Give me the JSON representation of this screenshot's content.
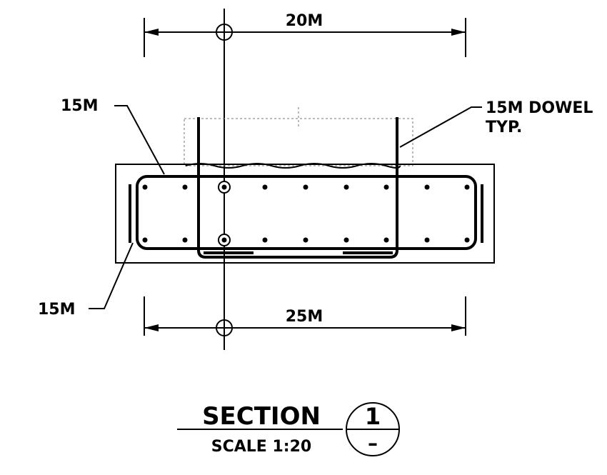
{
  "labels": {
    "top_dimension": "20M",
    "bottom_dimension": "25M",
    "left_top_callout": "15M",
    "left_bottom_callout": "15M",
    "dowel_line1": "15M DOWEL",
    "dowel_line2": "TYP."
  },
  "title_block": {
    "title": "SECTION",
    "scale": "SCALE 1:20",
    "detail_number": "1",
    "sheet_ref": "–"
  }
}
